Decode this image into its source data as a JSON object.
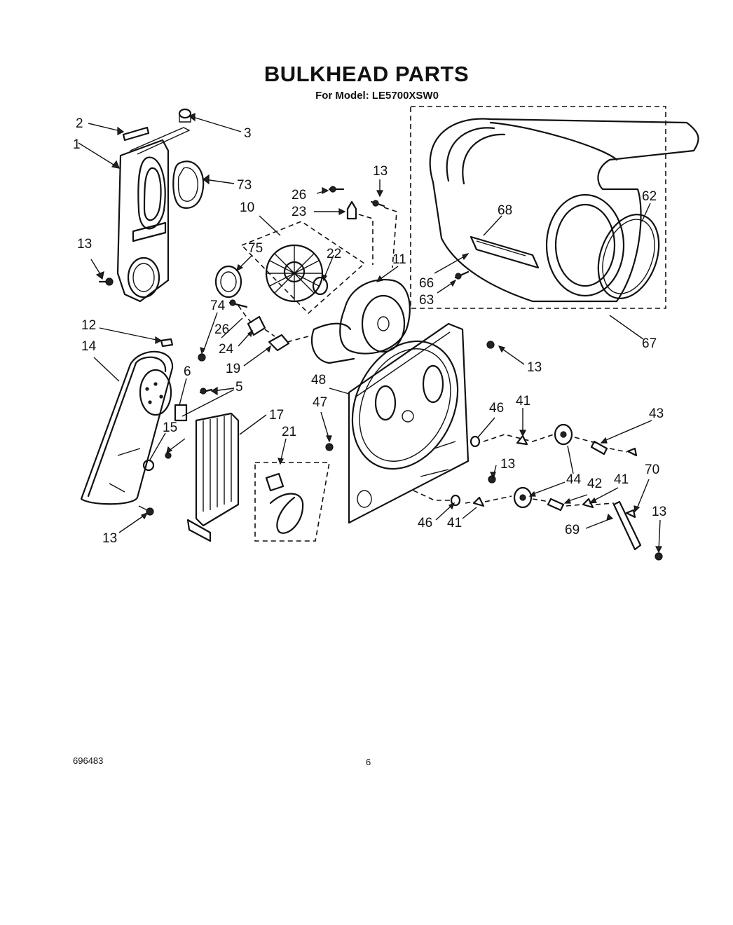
{
  "header": {
    "title": "BULKHEAD PARTS",
    "subtitle": "For Model: LE5700XSW0"
  },
  "footer": {
    "document_number": "696483",
    "page_number": "6"
  },
  "callouts": [
    {
      "id": "c2",
      "text": "2"
    },
    {
      "id": "c3",
      "text": "3"
    },
    {
      "id": "c1",
      "text": "1"
    },
    {
      "id": "c73",
      "text": "73"
    },
    {
      "id": "c13a",
      "text": "13"
    },
    {
      "id": "c10",
      "text": "10"
    },
    {
      "id": "c26a",
      "text": "26"
    },
    {
      "id": "c23",
      "text": "23"
    },
    {
      "id": "c13b",
      "text": "13"
    },
    {
      "id": "c75",
      "text": "75"
    },
    {
      "id": "c22",
      "text": "22"
    },
    {
      "id": "c11",
      "text": "11"
    },
    {
      "id": "c74",
      "text": "74"
    },
    {
      "id": "c26b",
      "text": "26"
    },
    {
      "id": "c24",
      "text": "24"
    },
    {
      "id": "c19",
      "text": "19"
    },
    {
      "id": "c12",
      "text": "12"
    },
    {
      "id": "c14",
      "text": "14"
    },
    {
      "id": "c6",
      "text": "6"
    },
    {
      "id": "c5",
      "text": "5"
    },
    {
      "id": "c15",
      "text": "15"
    },
    {
      "id": "c17",
      "text": "17"
    },
    {
      "id": "c21",
      "text": "21"
    },
    {
      "id": "c13c",
      "text": "13"
    },
    {
      "id": "c68",
      "text": "68"
    },
    {
      "id": "c62",
      "text": "62"
    },
    {
      "id": "c66",
      "text": "66"
    },
    {
      "id": "c63",
      "text": "63"
    },
    {
      "id": "c67",
      "text": "67"
    },
    {
      "id": "c13d",
      "text": "13"
    },
    {
      "id": "c48",
      "text": "48"
    },
    {
      "id": "c47",
      "text": "47"
    },
    {
      "id": "c46a",
      "text": "46"
    },
    {
      "id": "c41a",
      "text": "41"
    },
    {
      "id": "c43",
      "text": "43"
    },
    {
      "id": "c13e",
      "text": "13"
    },
    {
      "id": "c44",
      "text": "44"
    },
    {
      "id": "c42",
      "text": "42"
    },
    {
      "id": "c41b",
      "text": "41"
    },
    {
      "id": "c70",
      "text": "70"
    },
    {
      "id": "c46b",
      "text": "46"
    },
    {
      "id": "c41c",
      "text": "41"
    },
    {
      "id": "c69",
      "text": "69"
    },
    {
      "id": "c13f",
      "text": "13"
    }
  ]
}
